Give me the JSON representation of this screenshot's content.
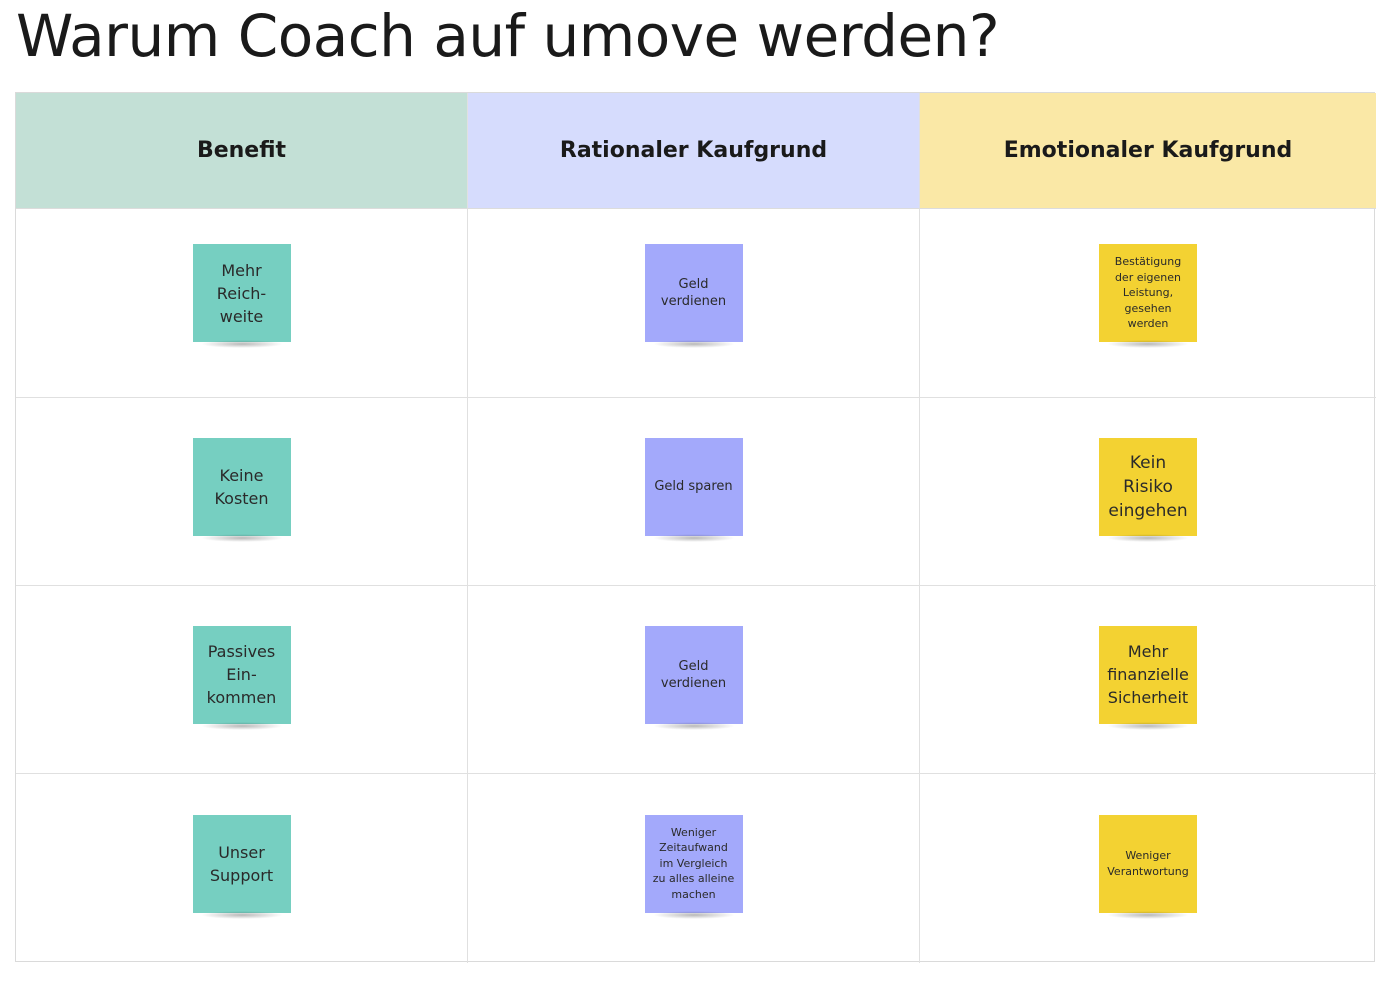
{
  "title": "Warum Coach auf umove werden?",
  "columns": {
    "benefit": "Benefit",
    "rational": "Rationaler Kaufgrund",
    "emotional": "Emotionaler Kaufgrund"
  },
  "colors": {
    "benefit_header": "#c3e0d6",
    "rational_header": "#d6dcfd",
    "emotional_header": "#fae8a6",
    "benefit_note": "#76cfc1",
    "rational_note": "#a3a9fb",
    "emotional_note": "#f3d232"
  },
  "rows": [
    {
      "benefit": "Mehr\nReich-\nweite",
      "rational": "Geld\nverdienen",
      "emotional": "Bestätigung\nder eigenen\nLeistung,\ngesehen\nwerden"
    },
    {
      "benefit": "Keine\nKosten",
      "rational": "Geld sparen",
      "emotional": "Kein\nRisiko\neingehen"
    },
    {
      "benefit": "Passives\nEin-\nkommen",
      "rational": "Geld\nverdienen",
      "emotional": "Mehr\nfinanzielle\nSicherheit"
    },
    {
      "benefit": "Unser\nSupport",
      "rational": "Weniger\nZeitaufwand\nim Vergleich\nzu alles alleine\nmachen",
      "emotional": "Weniger\nVerantwortung"
    }
  ]
}
